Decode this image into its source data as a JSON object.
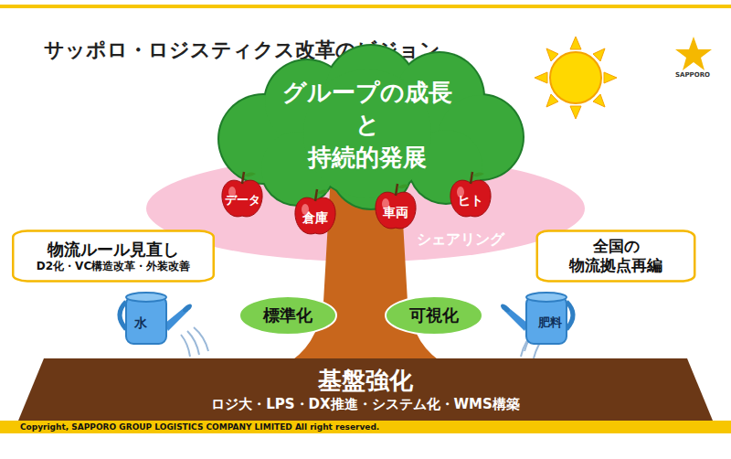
{
  "diagram": {
    "title": "サッポロ・ロジスティクス改革のビジョン",
    "nodes": [
      {
        "text": [
          "グループの成長 と 持続的発展"
        ]
      },
      {
        "text": [
          "データ"
        ]
      },
      {
        "text": [
          "倉庫"
        ]
      },
      {
        "text": [
          "車両"
        ]
      },
      {
        "text": [
          "ヒト"
        ]
      },
      {
        "text": [
          "物流ルール見直し",
          "D2化・VC構造改革・外装改善"
        ]
      },
      {
        "text": [
          "全国の 物流拠点再編"
        ]
      },
      {
        "text": [
          "水"
        ]
      },
      {
        "text": [
          "標準化"
        ]
      },
      {
        "text": [
          "可視化"
        ]
      },
      {
        "text": [
          "肥料"
        ]
      },
      {
        "text": [
          "基盤強化",
          "ロジ大・LPS・DX推進・システム化・WMS構築"
        ]
      },
      {
        "text": [
          "Copyright, SAPPORO GROUP LOGISTICS COMPANY LIMITED All right reserved."
        ]
      }
    ],
    "labels": [
      "シェアリング",
      "SAPPORO"
    ]
  }
}
